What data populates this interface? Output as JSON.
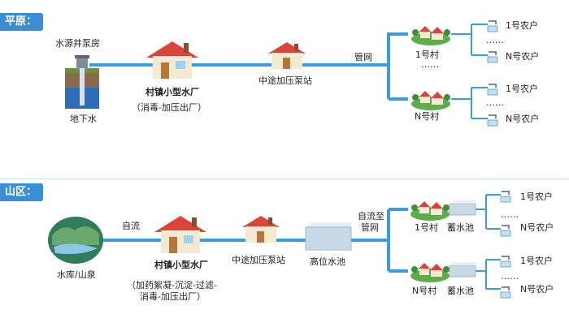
{
  "plain": {
    "tag": "平原：",
    "well_label": "水源井泵房",
    "ground_label": "地下水",
    "plant_title": "村镇小型水厂",
    "plant_sub": "（消毒-加压出厂）",
    "booster_label": "中途加压泵站",
    "pipe_label": "管网",
    "village1": "1号村",
    "village_dots": "……",
    "villageN": "N号村",
    "farm1_a": "1号农户",
    "farm_dots_a": "……",
    "farmN_a": "N号农户",
    "farm1_b": "1号农户",
    "farm_dots_b": "……",
    "farmN_b": "N号农户"
  },
  "mountain": {
    "tag": "山区：",
    "source_label": "水库/山泉",
    "flow_label": "自流",
    "plant_title": "村镇小型水厂",
    "plant_sub_1": "（加药絮凝-沉淀-过滤-",
    "plant_sub_2": "消毒-加压出厂）",
    "booster_label": "中途加压泵站",
    "tank_label": "高位水池",
    "gravity_label_1": "自流至",
    "gravity_label_2": "管网",
    "village1": "1号村",
    "reservoir1": "蓄水池",
    "villageN": "N号村",
    "reservoirN": "蓄水池",
    "farm1_a": "1号农户",
    "farm_dots_a": "……",
    "farmN_a": "N号农户",
    "farm1_b": "1号农户",
    "farm_dots_b": "……",
    "farmN_b": "N号农户"
  },
  "colors": {
    "pipe": "#3a9be0",
    "tag": "#3a8fd4"
  }
}
